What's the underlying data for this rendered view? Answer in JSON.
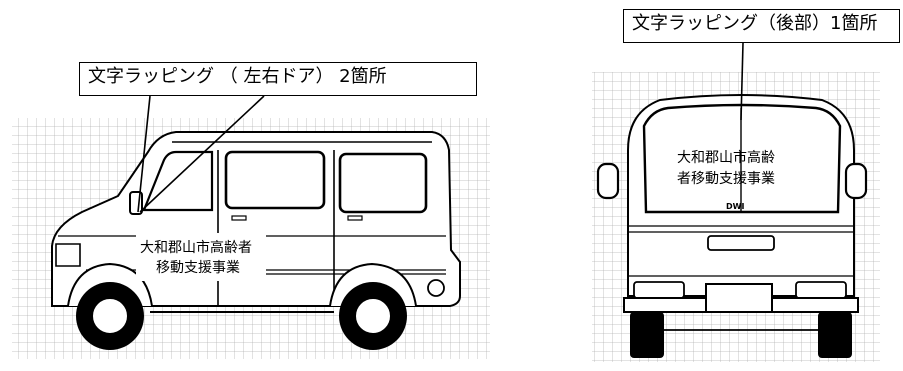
{
  "callouts": {
    "side": "文字ラッピング （ 左右ドア） 2箇所",
    "rear": "文字ラッピング（後部）1箇所"
  },
  "side_van": {
    "line1": "大和郡山市高齢者",
    "line2": "移動支援事業"
  },
  "rear_van": {
    "line1": "大和郡山市高齢",
    "line2": "者移動支援事業",
    "badge": "DWI"
  }
}
